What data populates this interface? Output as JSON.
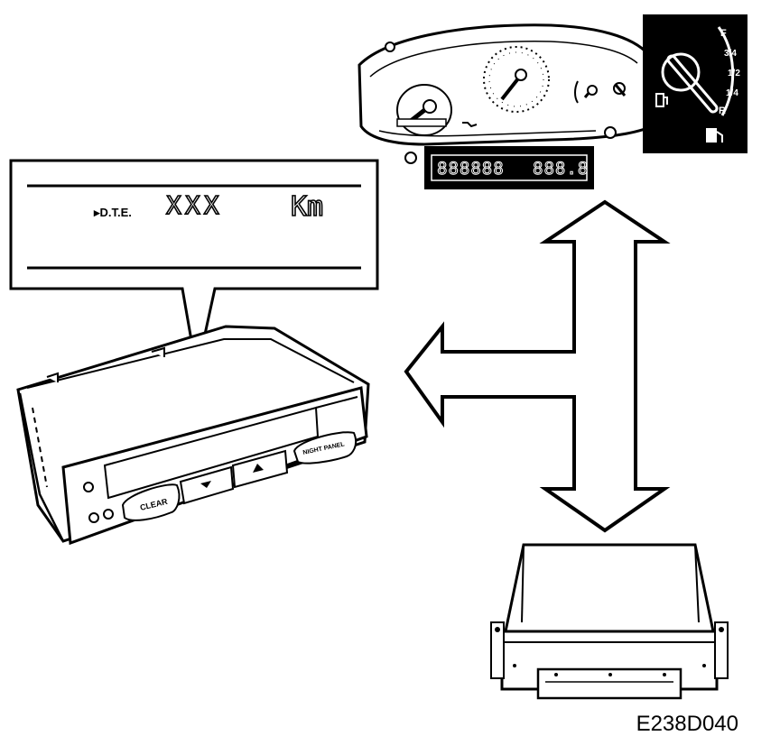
{
  "callout": {
    "label": "▸D.T.E.",
    "value": "XXX",
    "unit": "Km"
  },
  "cluster": {
    "fuel_gauge_marks": [
      "F",
      "3/4",
      "1/2",
      "1/4",
      "R"
    ],
    "odometer_digits": "888888",
    "trip_digits": "888.8"
  },
  "info_display": {
    "clear_label": "CLEAR",
    "night_panel_label": "NIGHT PANEL"
  },
  "figure_code": "E238D040",
  "colors": {
    "ink": "#000000",
    "paper": "#ffffff",
    "lcd_background": "#000000"
  }
}
